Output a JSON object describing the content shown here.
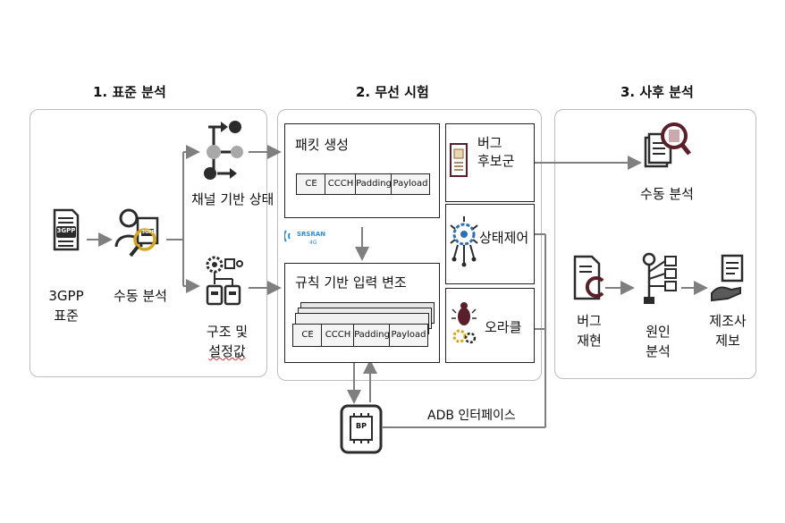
{
  "sections": [
    {
      "title": "1. 표준 분석"
    },
    {
      "title": "2. 무선 시험"
    },
    {
      "title": "3. 사후 분석"
    }
  ],
  "standard_analysis": {
    "spec_icon_text": "3GPP",
    "spec_label_line1": "3GPP",
    "spec_label_line2": "표준",
    "manual_label": "수동 분석",
    "manual_icon_text": "3GPP",
    "channel_state_label": "채널 기반 상태",
    "config_label_line1": "구조 및",
    "config_label_line2": "설정값"
  },
  "wireless_test": {
    "packet_gen": {
      "title": "패킷 생성",
      "fields": [
        "CE",
        "CCCH",
        "Padding",
        "Payload"
      ]
    },
    "logo_line1": "SRSRAN",
    "logo_line2": "4G",
    "mutation": {
      "title": "규칙 기반 입력 변조",
      "fields": [
        "CE",
        "CCCH",
        "Padding",
        "Payload"
      ]
    },
    "bug_candidates": {
      "line1": "버그",
      "line2": "후보군"
    },
    "state_control": "상태제어",
    "oracle": "오라클",
    "bp_label": "BP",
    "adb_label": "ADB 인터페이스"
  },
  "post_analysis": {
    "manual_label": "수동 분석",
    "bug_repro_line1": "버그",
    "bug_repro_line2": "재현",
    "root_cause_line1": "원인",
    "root_cause_line2": "분석",
    "report_line1": "제조사",
    "report_line2": "제보"
  },
  "colors": {
    "panel_border": "#bdbdbd",
    "arrow": "#7f7f7f",
    "icon_dark": "#2b2b2b",
    "icon_maroon": "#5a1f2b",
    "icon_gold": "#d9a520",
    "icon_blue": "#2f6fb5",
    "logo_blue": "#2d8fd6"
  }
}
